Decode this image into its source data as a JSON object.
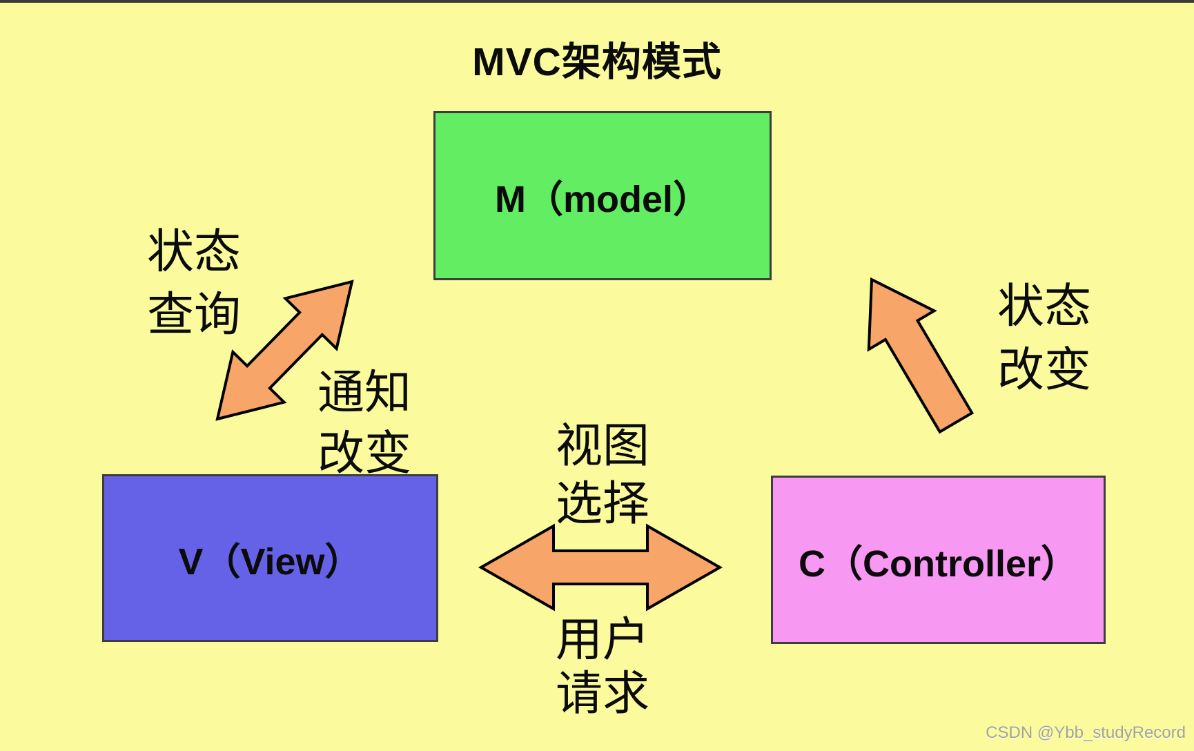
{
  "title": "MVC架构模式",
  "nodes": {
    "model": {
      "label": "M（model）",
      "fill": "#63ed63"
    },
    "view": {
      "label": "V（View）",
      "fill": "#6662e8"
    },
    "controller": {
      "label": "C（Controller）",
      "fill": "#f798f2"
    }
  },
  "edge_labels": {
    "status_query": [
      "状态",
      "查询"
    ],
    "notify_change": [
      "通知",
      "改变"
    ],
    "view_select": [
      "视图",
      "选择"
    ],
    "user_request": [
      "用户",
      "请求"
    ],
    "status_change": [
      "状态",
      "改变"
    ]
  },
  "colors": {
    "background": "#fbfb9d",
    "arrow_fill": "#f7a569",
    "arrow_outline": "#000000",
    "top_bar": "#3b3b36",
    "box_border": "#3d3d3d"
  },
  "watermark": "CSDN @Ybb_studyRecord"
}
